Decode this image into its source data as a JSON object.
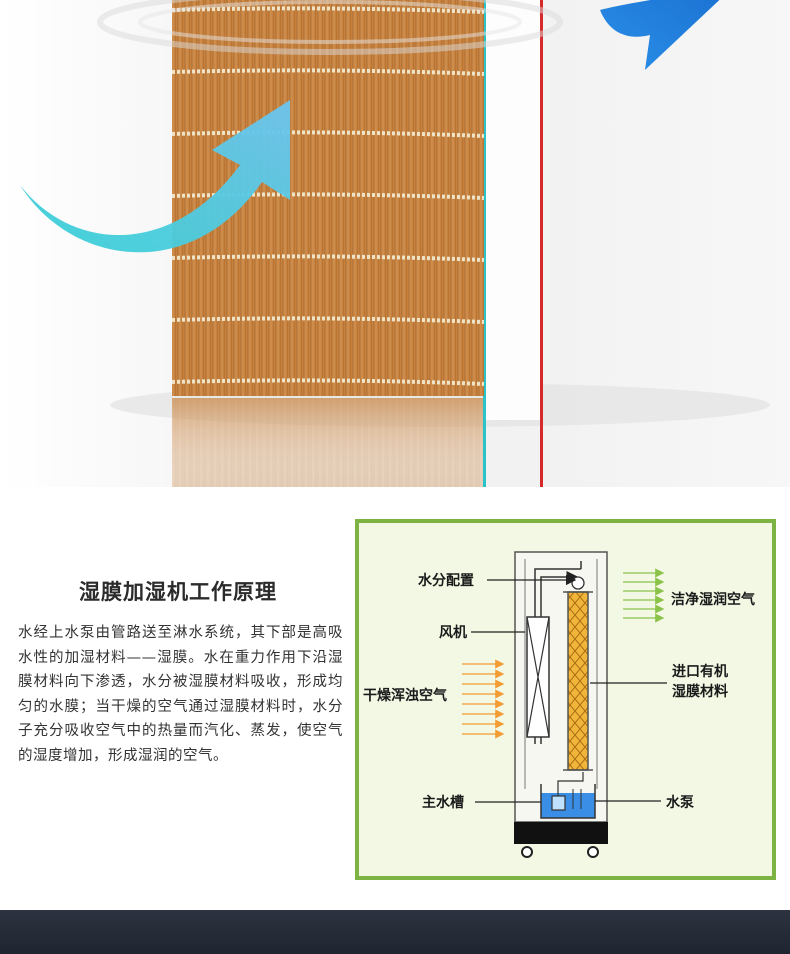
{
  "section": {
    "title": "湿膜加湿机工作原理",
    "description": "水经上水泵由管路送至淋水系统，其下部是高吸水性的加湿材料——湿膜。水在重力作用下沿湿膜材料向下渗透，水分被湿膜材料吸收，形成均匀的水膜；当干燥的空气通过湿膜材料时，水分子充分吸收空气中的热量而汽化、蒸发，使空气的湿度增加，形成湿润的空气。"
  },
  "diagram": {
    "labels": {
      "water_distribution": "水分配置",
      "fan": "风机",
      "dry_air": "干燥浑浊空气",
      "clean_air": "洁净湿润空气",
      "material_line1": "进口有机",
      "material_line2": "湿膜材料",
      "main_tank": "主水槽",
      "pump": "水泵"
    },
    "colors": {
      "border": "#7cb342",
      "background": "#f2f8e4",
      "dry_air_arrows": "#f39c33",
      "clean_air_arrows": "#8bc34a",
      "water": "#3a8ee6",
      "material": "#f0b53a"
    }
  },
  "hero": {
    "colors": {
      "pad": "#c9833e",
      "arrow_left": "#3fc8d8",
      "arrow_right": "#1e7ee0"
    }
  }
}
